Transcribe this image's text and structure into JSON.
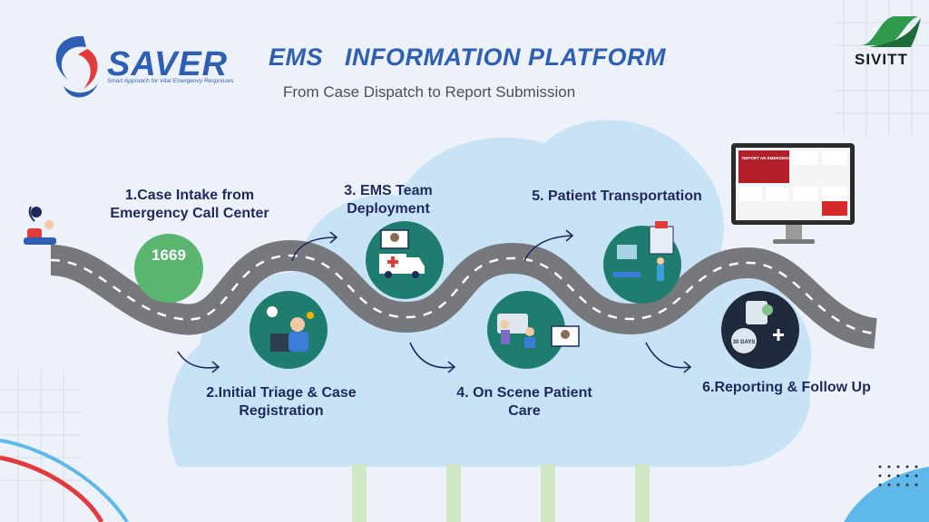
{
  "header": {
    "title": "EMS   INFORMATION PLATFORM",
    "subtitle": "From Case Dispatch to Report Submission"
  },
  "brand": {
    "logo_text": "SAVER",
    "tagline": "Smart Approach for Vital Emergency Responses",
    "partner_logo_text": "SIVITT"
  },
  "steps": [
    {
      "label_line1": "1.Case Intake from",
      "label_line2": "Emergency Call Center",
      "badge": "1669",
      "icon": "phone-call-icon"
    },
    {
      "label_line1": "2.Initial Triage & Case",
      "label_line2": "Registration",
      "icon": "call-center-agent-icon"
    },
    {
      "label_line1": "3. EMS Team",
      "label_line2": "Deployment",
      "icon": "ambulance-icon"
    },
    {
      "label_line1": "4. On Scene Patient",
      "label_line2": "Care",
      "icon": "paramedics-icon"
    },
    {
      "label_line1": "5. Patient Transportation",
      "label_line2": "",
      "icon": "emergency-room-icon"
    },
    {
      "label_line1": "6.Reporting & Follow Up",
      "label_line2": "",
      "icon": "report-30-days-icon"
    }
  ],
  "monitor": {
    "screen_heading": "REPORT AN EMERGENCY CASE",
    "days_badge": "30 DAYS"
  },
  "colors": {
    "title_blue": "#2f5fb3",
    "cloud": "#c8e2f6",
    "road": "#77787c",
    "step_circle": "#1f7d6f",
    "badge_green": "#5ab56e",
    "label_navy": "#1f2a5c",
    "logo_red": "#e23b3b"
  }
}
